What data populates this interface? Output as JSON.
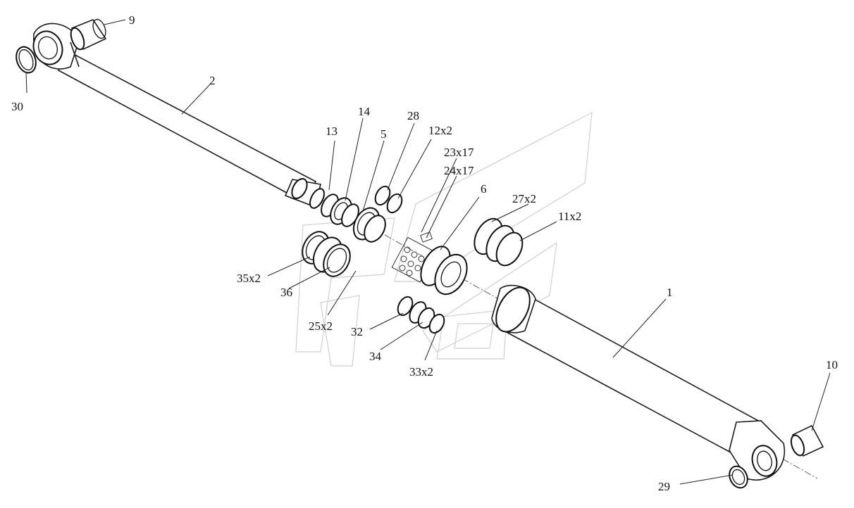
{
  "labels": {
    "p1": "1",
    "p2": "2",
    "p5": "5",
    "p6": "6",
    "p9": "9",
    "p10": "10",
    "p11": "11x2",
    "p12": "12x2",
    "p13": "13",
    "p14": "14",
    "p23": "23x17",
    "p24": "24x17",
    "p25": "25x2",
    "p27": "27x2",
    "p28": "28",
    "p29": "29",
    "p30": "30",
    "p32": "32",
    "p33": "33x2",
    "p34": "34",
    "p35": "35x2",
    "p36": "36"
  },
  "colors": {
    "line": "#1a1a1a",
    "watermark": "#cfcfcf",
    "background": "#ffffff"
  }
}
